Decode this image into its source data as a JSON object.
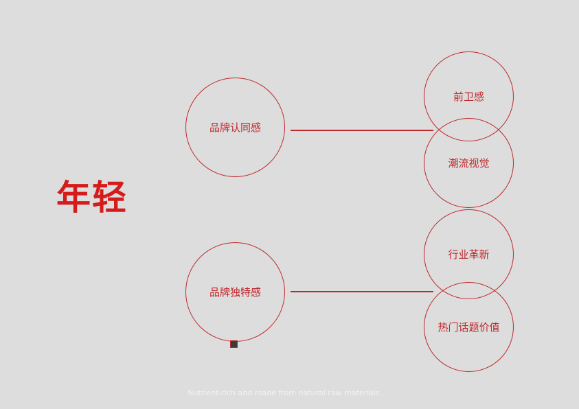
{
  "title": "年轻",
  "colors": {
    "background": "#dcdddc",
    "accent": "#c0272d",
    "title": "#d41c1c",
    "footer_text": "#f2f2f2"
  },
  "left_nodes": [
    {
      "label": "品牌认同感"
    },
    {
      "label": "品牌独特感"
    }
  ],
  "right_nodes": [
    {
      "label": "前卫感"
    },
    {
      "label": "潮流视觉"
    },
    {
      "label": "行业革新"
    },
    {
      "label": "热门话题价值"
    }
  ],
  "footer": {
    "text": "Nutrient-rich and made from natural raw materials"
  }
}
